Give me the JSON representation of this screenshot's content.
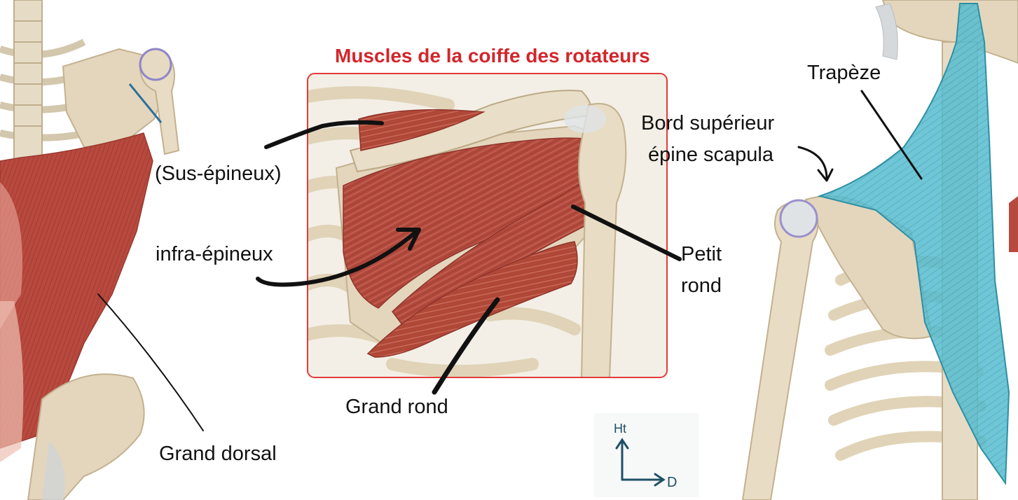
{
  "title": "Muscles de la coiffe des rotateurs",
  "labels": {
    "sus_epineux": "(Sus-épineux)",
    "infra_epineux": "infra-épineux",
    "petit_rond_line1": "Petit",
    "petit_rond_line2": "rond",
    "grand_rond": "Grand rond",
    "grand_dorsal": "Grand dorsal",
    "trapeze": "Trapèze",
    "bord_line1": "Bord supérieur",
    "bord_line2": "épine scapula"
  },
  "orientation": {
    "up": "Ht",
    "right": "D"
  },
  "colors": {
    "title": "#d3262b",
    "frame": "#e23a3a",
    "muscle": "#b5473c",
    "muscle_light": "#d98a7c",
    "bone": "#e3d6bd",
    "bone_dark": "#c9b893",
    "trapezius": "#4fb8cc",
    "axes": "#1f5066"
  }
}
